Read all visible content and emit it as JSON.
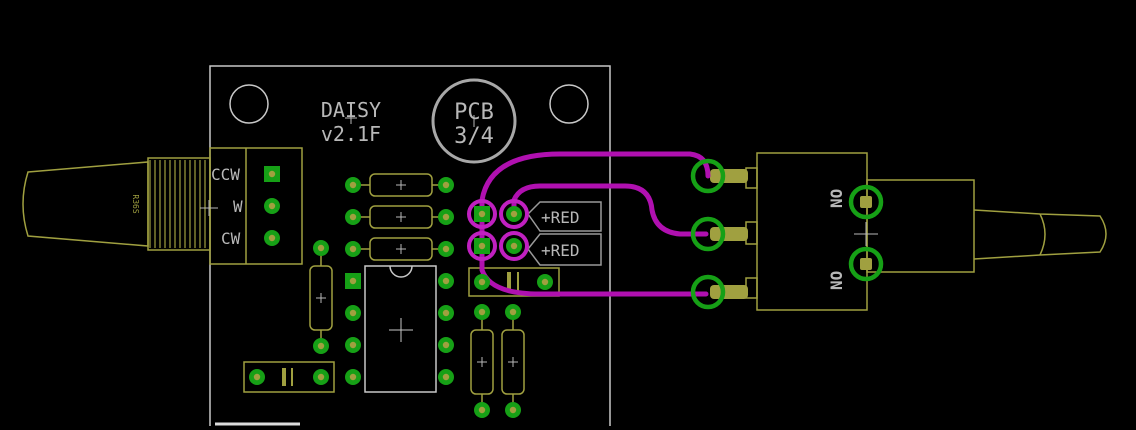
{
  "title_line1": "DAISY",
  "title_line2": "v2.1F",
  "logo": {
    "line1": "PCB",
    "line2": "3/4"
  },
  "pot_labels": {
    "ccw": "CCW",
    "w": "W",
    "cw": "CW",
    "body": "R36S"
  },
  "led_labels": {
    "top": "+RED",
    "bottom": "+RED"
  },
  "switch_labels": {
    "top": "NO",
    "bottom": "NO"
  },
  "colors": {
    "background": "#000000",
    "silkscreen": "#b8b8b8",
    "outline": "#c8c8c8",
    "component_body": "#a0a040",
    "pad": "#16a016",
    "via_ring": "#c020c0",
    "trace": "#b010b0"
  }
}
